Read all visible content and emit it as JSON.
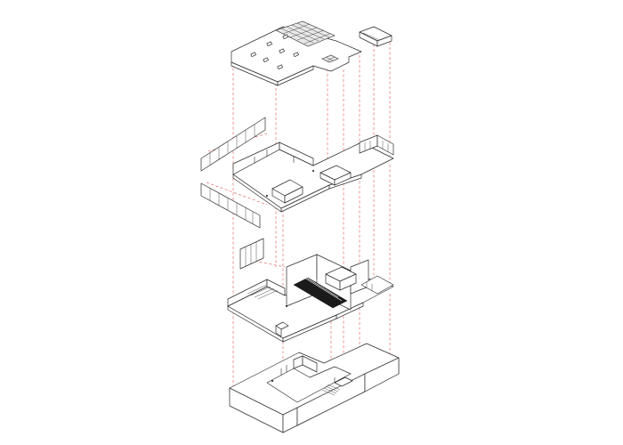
{
  "diagram": {
    "type": "exploded-axonometric",
    "line_color": "#2a2a2a",
    "projection_line_color": "#e05050",
    "background": "#ffffff",
    "levels": [
      "roof",
      "upper-floor",
      "middle-floor",
      "ground-floor"
    ]
  }
}
